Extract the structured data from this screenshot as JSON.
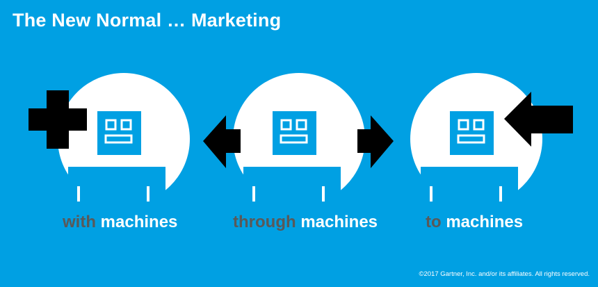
{
  "title": "The New Normal … Marketing",
  "colors": {
    "background": "#00a0e3",
    "robot_circle": "#ffffff",
    "arrow_and_plus": "#000000",
    "caption_accent": "#595959",
    "caption_main": "#ffffff"
  },
  "panels": [
    {
      "accent_word": "with",
      "main_word": "machines",
      "icon": "plus-icon"
    },
    {
      "accent_word": "through",
      "main_word": "machines",
      "icon": "double-arrow-icon"
    },
    {
      "accent_word": "to",
      "main_word": "machines",
      "icon": "arrow-left-icon"
    }
  ],
  "footer": "©2017 Gartner, Inc. and/or its affiliates. All rights reserved."
}
